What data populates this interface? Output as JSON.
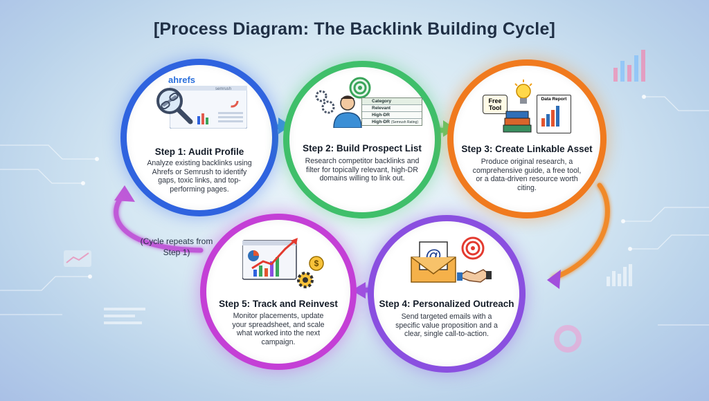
{
  "title": "[Process Diagram: The Backlink Building Cycle]",
  "cycle_note": "(Cycle repeats from Step 1)",
  "colors": {
    "step1": "#2f5fe0",
    "step2": "#38c06a",
    "step3": "#f07a1e",
    "step4": "#8a4fe0",
    "step5": "#c144d8"
  },
  "steps": [
    {
      "title": "Step 1: Audit Profile",
      "desc": "Analyze existing backlinks using Ahrefs or Semrush to identify gaps, toxic links, and top-performing pages.",
      "icons": [
        "ahrefs-logo",
        "magnifier-link-icon",
        "dashboard-icon"
      ],
      "logo": "ahrefs",
      "logo2": "semrush"
    },
    {
      "title": "Step 2: Build Prospect List",
      "desc": "Research competitor backlinks and filter for topically relevant, high-DR domains willing to link out.",
      "icons": [
        "person-icon",
        "target-icon",
        "gears-icon",
        "spreadsheet-icon"
      ],
      "sheet": [
        "Category",
        "Relevant",
        "High-DR",
        "High-DR"
      ],
      "sheet_note": "(Semrush Rating)"
    },
    {
      "title": "Step 3: Create Linkable Asset",
      "desc": "Produce original research, a comprehensive guide, a free tool, or a data-driven resource worth citing.",
      "icons": [
        "free-tool-icon",
        "lightbulb-icon",
        "books-icon",
        "data-report-icon"
      ],
      "tag": "Free Tool",
      "report": "Data Report"
    },
    {
      "title": "Step 4: Personalized Outreach",
      "desc": "Send targeted emails with a specific value proposition and a clear, single call-to-action.",
      "icons": [
        "envelope-at-icon",
        "target-icon",
        "handshake-icon"
      ]
    },
    {
      "title": "Step 5: Track and Reinvest",
      "desc": "Monitor placements, update your spreadsheet, and scale what worked into the next campaign.",
      "icons": [
        "growth-chart-icon",
        "dollar-icon",
        "gear-icon"
      ]
    }
  ]
}
